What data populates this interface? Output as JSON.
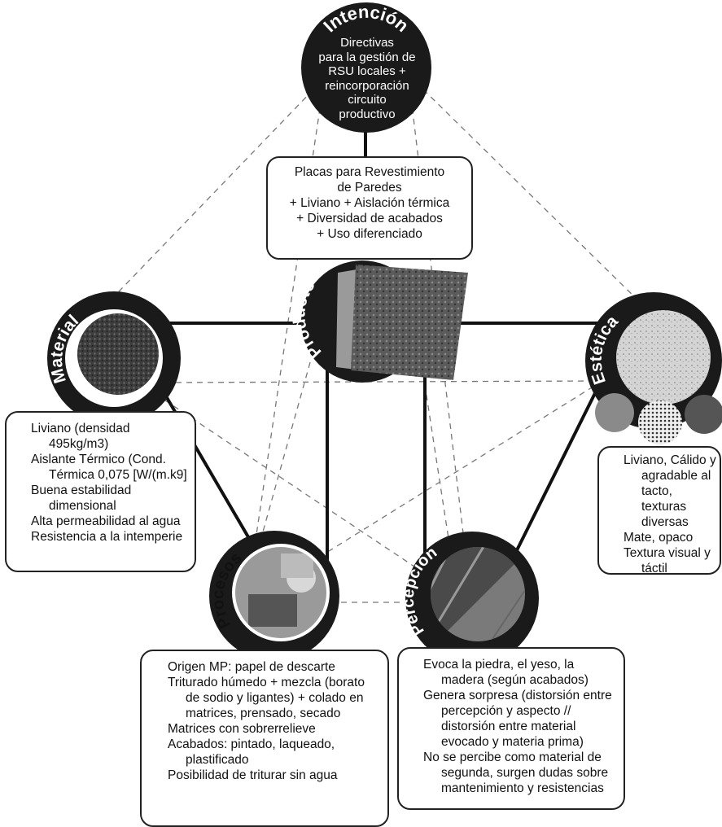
{
  "nodes": {
    "intencion": {
      "label": "Intención",
      "text": [
        "Directivas",
        "para la gestión de",
        "RSU locales +",
        "reincorporación",
        "circuito",
        "productivo"
      ]
    },
    "producto": {
      "label": "Producto"
    },
    "material": {
      "label": "Material"
    },
    "estetica": {
      "label": "Estética"
    },
    "procesos": {
      "label": "Procesos"
    },
    "percepcion": {
      "label": "Percepción"
    }
  },
  "boxes": {
    "producto": [
      "Placas para Revestimiento",
      "de Paredes",
      "+ Liviano + Aislación térmica",
      "+ Diversidad de acabados",
      "+ Uso diferenciado"
    ],
    "material": [
      "Liviano (densidad 495kg/m3)",
      "Aislante Térmico (Cond. Térmica 0,075 [W/(m.k9]",
      "Buena estabilidad dimensional",
      "Alta permeabilidad al agua",
      "Resistencia a la intemperie"
    ],
    "estetica": [
      "Liviano, Cálido y agradable al tacto, texturas diversas",
      "Mate, opaco",
      "Textura visual y táctil"
    ],
    "procesos": [
      "Origen MP: papel de descarte",
      "Triturado húmedo + mezcla (borato de sodio y ligantes) + colado en matrices, prensado, secado",
      "Matrices con sobrerrelieve",
      "Acabados: pintado, laqueado, plastificado",
      "Posibilidad de triturar sin agua"
    ],
    "percepcion": [
      "Evoca la piedra, el yeso, la madera (según acabados)",
      "Genera sorpresa (distorsión entre percepción y  aspecto // distorsión entre material evocado y materia prima)",
      "No se percibe como material de segunda, surgen dudas sobre mantenimiento y resistencias"
    ]
  }
}
